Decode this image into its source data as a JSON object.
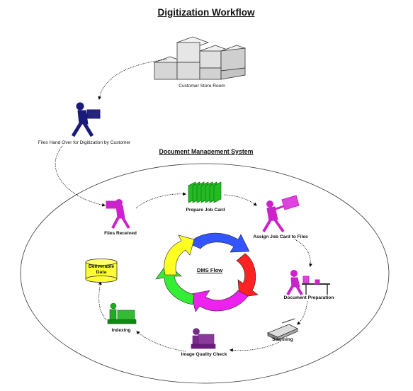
{
  "title": "Digitization Workflow",
  "store_label": "Customer Store Room",
  "handover_label": "Files Hand Over for Digitization by Customer",
  "dms_title": "Document Management System",
  "center_label": "DMS Flow",
  "steps": [
    "Files Received",
    "Prepare Job Card",
    "Assign Job Card to Files",
    "Document Preparation",
    "Scanning",
    "Image Quality Check",
    "Indexing"
  ],
  "deliverable": [
    "Deliverable",
    "Data"
  ],
  "colors": {
    "person": "#cc22cc",
    "courier": "#1a1a7a",
    "cards": "#22bb22",
    "purple": "#7a2a8a",
    "cylinder": "#ffff33",
    "cycle": [
      "#3355ff",
      "#ff2222",
      "#ee22ee",
      "#33dd33",
      "#33ee33",
      "#ffff22"
    ]
  }
}
